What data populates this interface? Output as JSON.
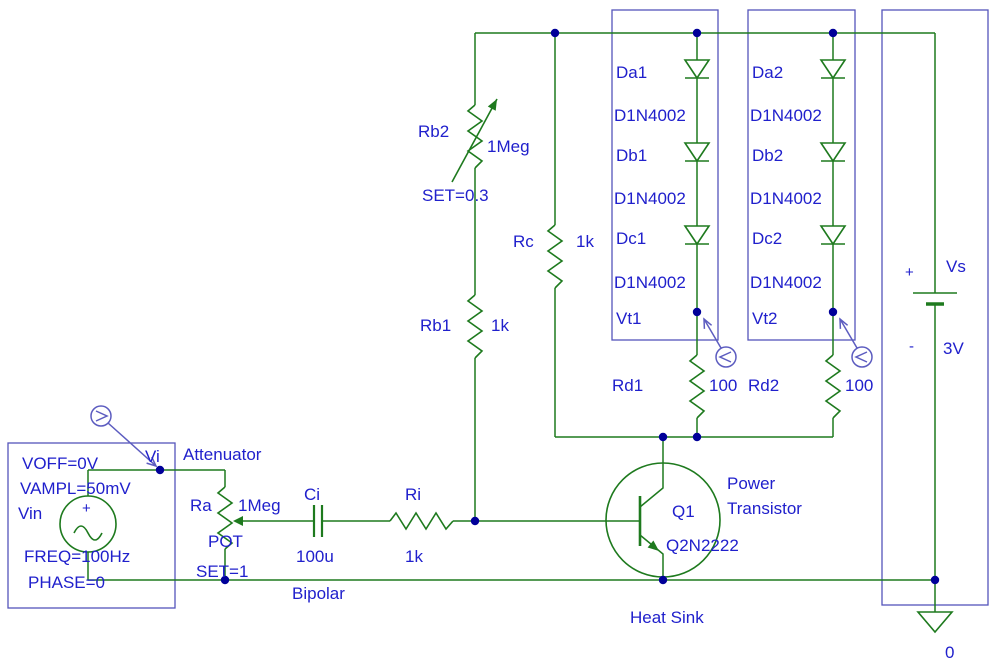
{
  "colors": {
    "background": "#ffffff",
    "wire": "#1e7a1e",
    "text": "#2020cc",
    "box": "#5555bb",
    "dot": "#000099",
    "probe": "#5c5cc0"
  },
  "input_source": {
    "voff": "VOFF=0V",
    "vampl": "VAMPL=50mV",
    "name": "Vin",
    "freq": "FREQ=100Hz",
    "phase": "PHASE=0",
    "plus": "+"
  },
  "markers": {
    "vi": "Vi"
  },
  "attenuator": {
    "caption": "Attenuator",
    "pot_name": "Ra",
    "pot_value": "1Meg",
    "pot_type": "POT",
    "pot_set": "SET=1"
  },
  "coupling_cap": {
    "name": "Ci",
    "value": "100u",
    "note": "Bipolar"
  },
  "input_res": {
    "name": "Ri",
    "value": "1k"
  },
  "bias": {
    "rb2": {
      "name": "Rb2",
      "value": "1Meg",
      "set": "SET=0.3"
    },
    "rb1": {
      "name": "Rb1",
      "value": "1k"
    },
    "rc": {
      "name": "Rc",
      "value": "1k"
    }
  },
  "diode_string_1": {
    "diodes": [
      {
        "name": "Da1",
        "model": "D1N4002"
      },
      {
        "name": "Db1",
        "model": "D1N4002"
      },
      {
        "name": "Dc1",
        "model": "D1N4002"
      }
    ],
    "node": "Vt1",
    "resistor": {
      "name": "Rd1",
      "value": "100"
    }
  },
  "diode_string_2": {
    "diodes": [
      {
        "name": "Da2",
        "model": "D1N4002"
      },
      {
        "name": "Db2",
        "model": "D1N4002"
      },
      {
        "name": "Dc2",
        "model": "D1N4002"
      }
    ],
    "node": "Vt2",
    "resistor": {
      "name": "Rd2",
      "value": "100"
    }
  },
  "transistor": {
    "name": "Q1",
    "model": "Q2N2222",
    "caption1": "Power",
    "caption2": "Transistor",
    "heatsink": "Heat Sink"
  },
  "battery": {
    "plus": "+",
    "name": "Vs",
    "minus": "-",
    "value": "3V"
  },
  "ground": {
    "label": "0"
  }
}
